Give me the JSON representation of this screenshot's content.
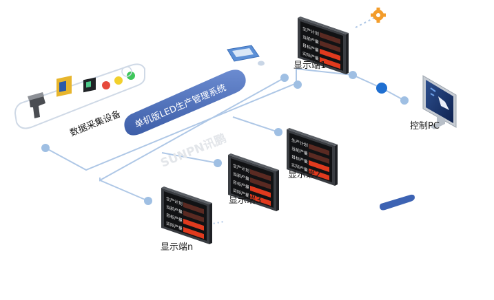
{
  "system": {
    "title": "单机版LED生产管理系统",
    "watermark": "SUNPN讯鹏"
  },
  "data_collection": {
    "label": "数据采集设备"
  },
  "nodes": {
    "display_1": "显示端1",
    "display_2": "显示端2",
    "display_3": "显示端3",
    "display_n": "显示端n",
    "control_pc": "控制PC"
  },
  "led_panel": {
    "rows": [
      "生产计划",
      "当前产量",
      "目标产量",
      "实际产量"
    ]
  },
  "colors": {
    "network_line": "#a9c4e4",
    "title_pill": "#4a6db5",
    "led_red": "#e03a1e",
    "accent_orange": "#f39c2a",
    "node_blue": "#1f6fd1"
  }
}
